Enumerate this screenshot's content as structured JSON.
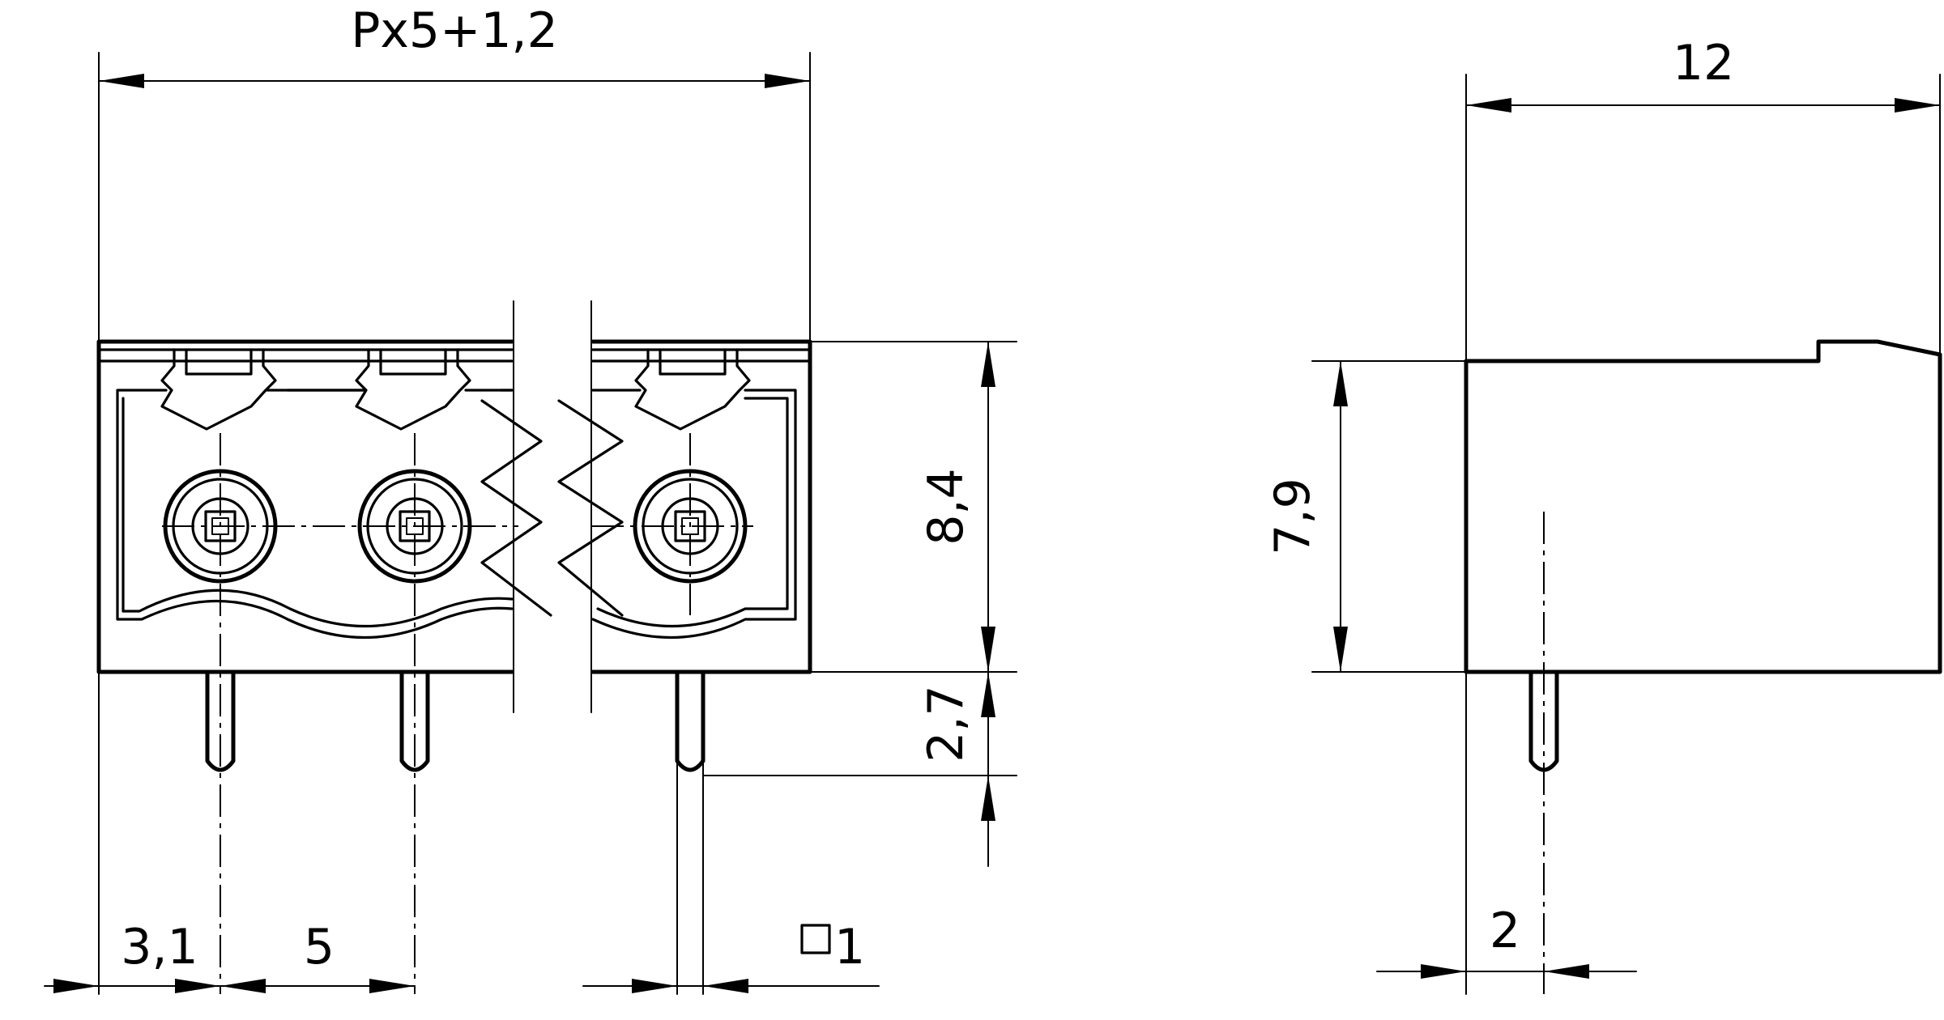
{
  "drawing": {
    "front_view": {
      "dim_overall_width": "Px5+1,2",
      "dim_body_height": "8,4",
      "dim_pin_length": "2,7",
      "dim_edge_to_pin": "3,1",
      "dim_pitch": "5",
      "dim_pin_square": "1"
    },
    "side_view": {
      "dim_depth": "12",
      "dim_height": "7,9",
      "dim_pin_offset": "2"
    }
  }
}
